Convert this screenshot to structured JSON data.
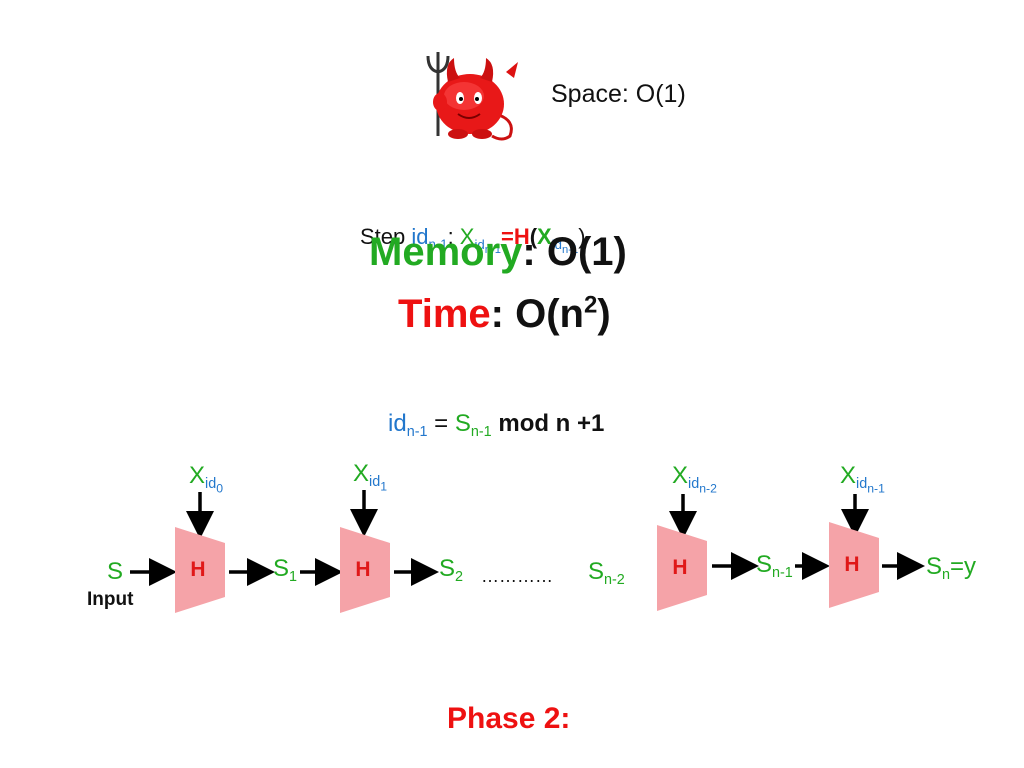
{
  "space_label": "Space: O(1)",
  "step_line": {
    "prefix": "Step ",
    "id": "id",
    "id_sub": "n-1",
    "colon": ": ",
    "x": "X",
    "x_sub": "id",
    "x_sub_sub": "n-1",
    "eq": "=",
    "h": "H",
    "open": "(",
    "x2": "X",
    "x2_sub": "id",
    "x2_sub_sub": "n-1",
    "close": ")"
  },
  "memory": {
    "label": "Memory",
    "value": ": O(1)"
  },
  "time": {
    "label": "Time",
    "value": ": O(n",
    "exp": "2",
    "close": ")"
  },
  "formula": {
    "id": "id",
    "id_sub": "n-1",
    "eq": " = ",
    "s": "S",
    "s_sub": "n-1",
    "rest": " mod n +1"
  },
  "diagram": {
    "input_symbol": "S",
    "input_caption": "Input",
    "block_label": "H",
    "x_inputs": [
      {
        "x": "X",
        "sub": "id",
        "subsub": "0"
      },
      {
        "x": "X",
        "sub": "id",
        "subsub": "1"
      },
      {
        "x": "X",
        "sub": "id",
        "subsub": "n-2"
      },
      {
        "x": "X",
        "sub": "id",
        "subsub": "n-1"
      }
    ],
    "states": [
      {
        "s": "S",
        "sub": "1"
      },
      {
        "s": "S",
        "sub": "2"
      },
      {
        "s": "S",
        "sub": "n-2"
      },
      {
        "s": "S",
        "sub": "n-1"
      }
    ],
    "ellipsis": "…………",
    "output": {
      "s": "S",
      "sub": "n",
      "eq": "=y"
    }
  },
  "phase_label": "Phase 2:",
  "colors": {
    "green": "#22aa22",
    "red": "#ee1111",
    "blue": "#2277cc",
    "h_fill": "#f5a3a8"
  }
}
